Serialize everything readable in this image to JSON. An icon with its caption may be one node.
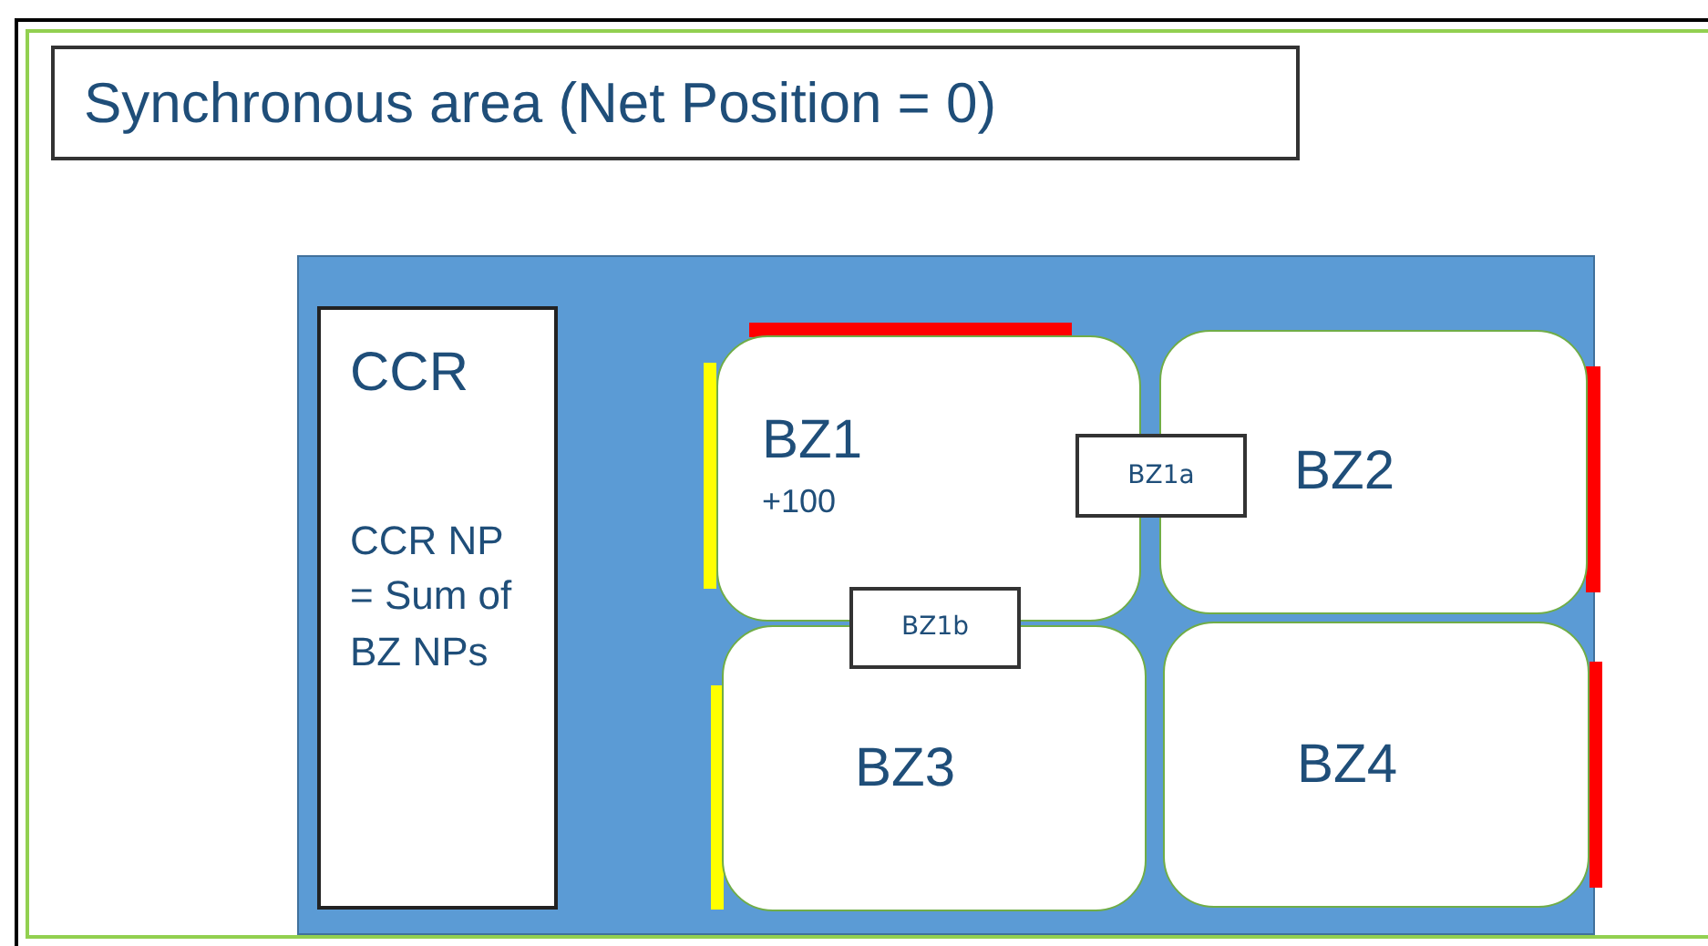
{
  "diagram": {
    "nodes": [
      {
        "text": [
          "Synchronous area (Net Position = 0)"
        ]
      },
      {
        "text": [],
        "shape": "box"
      },
      {
        "text": [
          "CCR",
          "CCR NP = Sum of BZ NPs"
        ],
        "in": 1
      },
      {
        "text": [
          "BZ1",
          "+100"
        ],
        "in": 1
      },
      {
        "text": [
          "BZ1a"
        ],
        "in": 1
      },
      {
        "text": [
          "BZ2"
        ],
        "in": 1
      },
      {
        "text": [
          "BZ1b"
        ],
        "in": 1
      },
      {
        "text": [
          "BZ3"
        ],
        "in": 1
      },
      {
        "text": [
          "BZ4"
        ],
        "in": 1
      }
    ]
  }
}
